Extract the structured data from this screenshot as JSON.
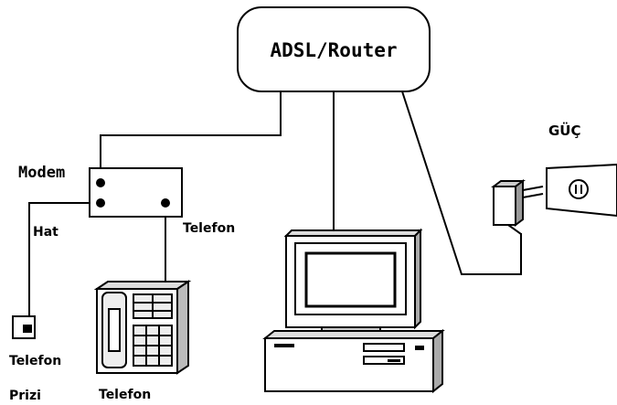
{
  "labels": {
    "router": "ADSL/Router",
    "power": "GÜÇ",
    "modem": "Modem",
    "line": "Hat",
    "phone_port": "Telefon",
    "socket_line1": "Telefon",
    "socket_line2": "Prizi",
    "phone": "Telefon"
  }
}
